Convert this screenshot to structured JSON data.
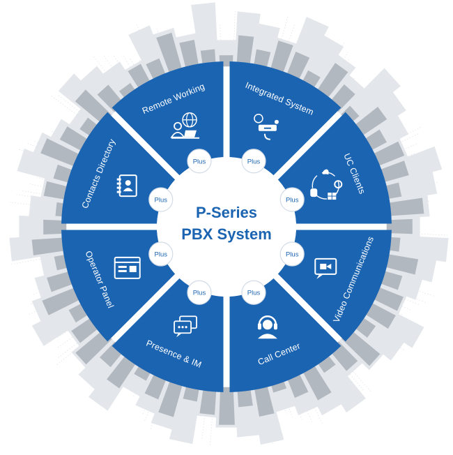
{
  "hub": {
    "title_line1": "P-Series",
    "title_line2": "PBX System",
    "connector_label": "Plus"
  },
  "segments": [
    {
      "label": "Integrated System",
      "icon": "crm-server-icon"
    },
    {
      "label": "UC Clients",
      "icon": "platforms-icon"
    },
    {
      "label": "Video Communications",
      "icon": "video-call-icon"
    },
    {
      "label": "Call Center",
      "icon": "headset-agent-icon"
    },
    {
      "label": "Presence & IM",
      "icon": "chat-bubbles-icon"
    },
    {
      "label": "Operator Panel",
      "icon": "browser-window-icon"
    },
    {
      "label": "Contacts Directory",
      "icon": "address-book-icon"
    },
    {
      "label": "Remote Working",
      "icon": "remote-worker-icon"
    }
  ],
  "colors": {
    "segment_blue": "#1b64b2",
    "hub_fill": "#ffffff",
    "bar_dark": "#b2b8c0",
    "bar_light": "#e3e6ea",
    "ray": "#d5d9de",
    "title": "#1b64b2"
  }
}
